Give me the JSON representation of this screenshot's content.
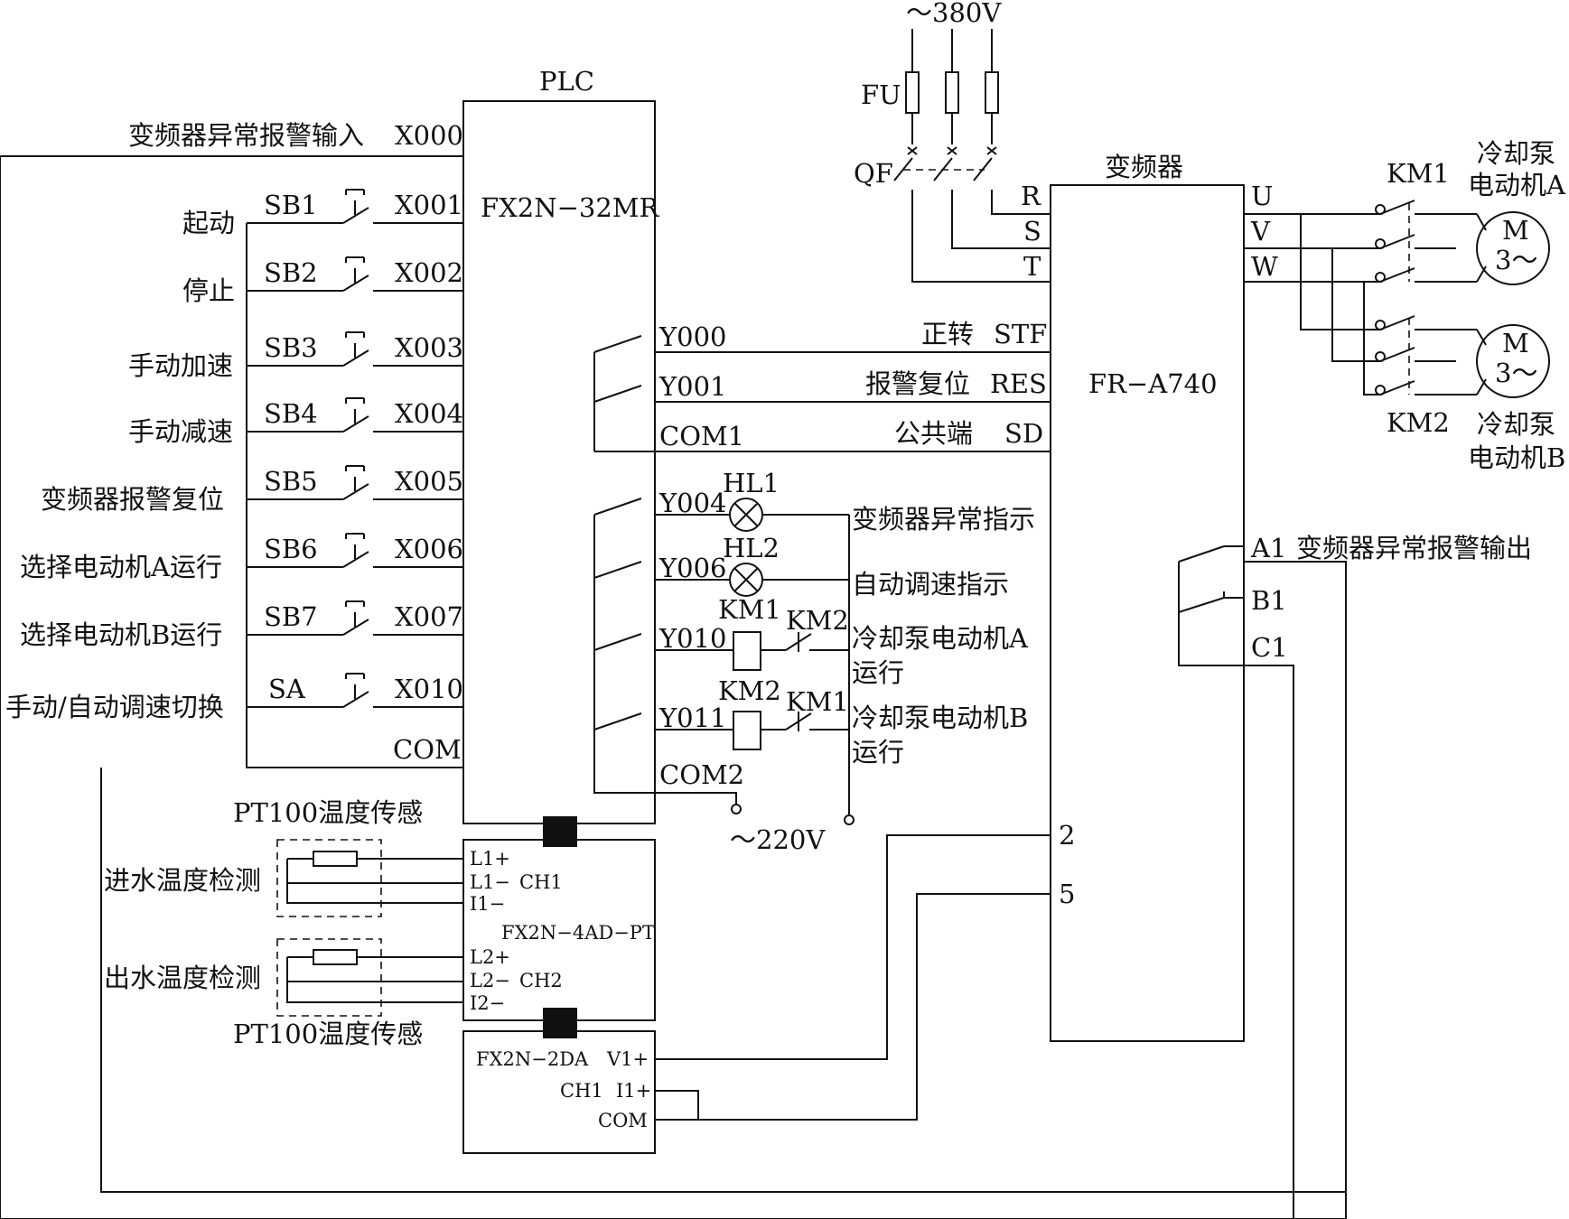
{
  "power": {
    "supply_380": "～380V",
    "fuse": "FU",
    "breaker": "QF",
    "supply_220": "～220V"
  },
  "plc": {
    "title": "PLC",
    "model": "FX2N−32MR",
    "inputs": [
      {
        "desc": "变频器异常报警输入",
        "switch": "",
        "terminal": "X000"
      },
      {
        "desc": "起动",
        "switch": "SB1",
        "terminal": "X001"
      },
      {
        "desc": "停止",
        "switch": "SB2",
        "terminal": "X002"
      },
      {
        "desc": "手动加速",
        "switch": "SB3",
        "terminal": "X003"
      },
      {
        "desc": "手动减速",
        "switch": "SB4",
        "terminal": "X004"
      },
      {
        "desc": "变频器报警复位",
        "switch": "SB5",
        "terminal": "X005"
      },
      {
        "desc": "选择电动机A运行",
        "switch": "SB6",
        "terminal": "X006"
      },
      {
        "desc": "选择电动机B运行",
        "switch": "SB7",
        "terminal": "X007"
      },
      {
        "desc": "手动/自动调速切换",
        "switch": "SA",
        "terminal": "X010"
      }
    ],
    "input_com": "COM",
    "outputs": {
      "y000": "Y000",
      "y001": "Y001",
      "com1": "COM1",
      "y004": "Y004",
      "y006": "Y006",
      "y010": "Y010",
      "y011": "Y011",
      "com2": "COM2"
    }
  },
  "loads": {
    "hl1": "HL1",
    "hl2": "HL2",
    "km1": "KM1",
    "km2": "KM2",
    "fault_indicator": "变频器异常指示",
    "auto_speed_indicator": "自动调速指示",
    "motor_a_run_1": "冷却泵电动机A",
    "motor_a_run_2": "运行",
    "motor_b_run_1": "冷却泵电动机B",
    "motor_b_run_2": "运行"
  },
  "inverter": {
    "title": "变频器",
    "model": "FR−A740",
    "r": "R",
    "s": "S",
    "t": "T",
    "u": "U",
    "v": "V",
    "w": "W",
    "stf_desc": "正转",
    "stf": "STF",
    "res_desc": "报警复位",
    "res": "RES",
    "sd_desc": "公共端",
    "sd": "SD",
    "a1": "A1",
    "b1": "B1",
    "c1": "C1",
    "alarm_output": "变频器异常报警输出",
    "t2": "2",
    "t5": "5"
  },
  "motors": {
    "km1": "KM1",
    "km2": "KM2",
    "m_a": "M",
    "m_a_phase": "3～",
    "m_b": "M",
    "m_b_phase": "3～",
    "label_a_1": "冷却泵",
    "label_a_2": "电动机A",
    "label_b_1": "冷却泵",
    "label_b_2": "电动机B"
  },
  "ad_module": {
    "model": "FX2N−4AD−PT",
    "sensor_top": "PT100温度传感",
    "sensor_bottom": "PT100温度传感",
    "inlet": "进水温度检测",
    "outlet": "出水温度检测",
    "l1p": "L1+",
    "l1m": "L1−",
    "i1m": "I1−",
    "ch1": "CH1",
    "l2p": "L2+",
    "l2m": "L2−",
    "i2m": "I2−",
    "ch2": "CH2"
  },
  "da_module": {
    "model": "FX2N−2DA",
    "ch1": "CH1",
    "v1p": "V1+",
    "i1p": "I1+",
    "com": "COM"
  }
}
